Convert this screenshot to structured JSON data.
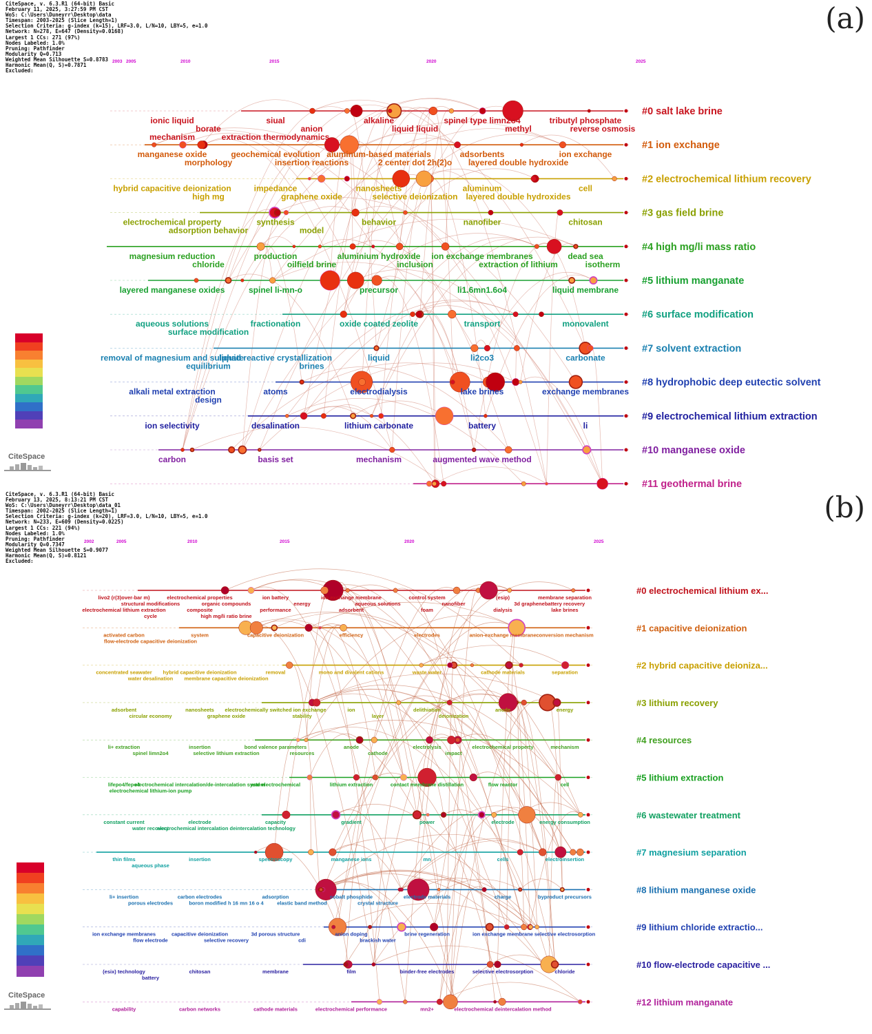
{
  "panel_a": {
    "letter": "(a)",
    "meta": [
      "CiteSpace, v. 6.3.R1 (64-bit) Basic",
      "February 11, 2025, 3:27:59 PM CST",
      "WoS: C:\\Users\\Duneyrr\\Desktop\\data",
      "Timespan: 2003-2025 (Slice Length=1)",
      "Selection Criteria: g-index (k=15), LRF=3.0, L/N=10, LBY=5, e=1.0",
      "Network: N=278, E=647 (Density=0.0168)",
      "Largest 1 CCs: 271 (97%)",
      "Nodes Labeled: 1.0%",
      "Pruning: Pathfinder",
      "Modularity Q=0.713",
      "Weighted Mean Silhouette S=0.8783",
      "Harmonic Mean(Q, S)=0.7871",
      "Excluded:"
    ],
    "years": [
      "2003",
      "2005",
      "2010",
      "2015",
      "2020",
      "2025"
    ],
    "logo": "CiteSpace",
    "clusters": [
      {
        "label": "#0 salt lake brine",
        "color": "#c8141e"
      },
      {
        "label": "#1 ion exchange",
        "color": "#d25a0a"
      },
      {
        "label": "#2 electrochemical lithium recovery",
        "color": "#c8a000"
      },
      {
        "label": "#3 gas field brine",
        "color": "#8aa000"
      },
      {
        "label": "#4 high mg/li mass ratio",
        "color": "#2aa020"
      },
      {
        "label": "#5 lithium manganate",
        "color": "#18a030"
      },
      {
        "label": "#6 surface modification",
        "color": "#10a080"
      },
      {
        "label": "#7 solvent extraction",
        "color": "#1a80b0"
      },
      {
        "label": "#8 hydrophobic deep eutectic solvent",
        "color": "#2040b0"
      },
      {
        "label": "#9 electrochemical lithium extraction",
        "color": "#2020a0"
      },
      {
        "label": "#10 manganese oxide",
        "color": "#8020a0"
      },
      {
        "label": "#11 geothermal brine",
        "color": "#c0208a"
      }
    ],
    "keywords": [
      {
        "t": "ionic liquid",
        "c": 0
      },
      {
        "t": "siual",
        "c": 0
      },
      {
        "t": "alkaline",
        "c": 0
      },
      {
        "t": "spinel type limn2o4",
        "c": 0
      },
      {
        "t": "tributyl phosphate",
        "c": 0
      },
      {
        "t": "borate",
        "c": 0
      },
      {
        "t": "anion",
        "c": 0
      },
      {
        "t": "liquid liquid",
        "c": 0
      },
      {
        "t": "methyl",
        "c": 0
      },
      {
        "t": "reverse osmosis",
        "c": 0
      },
      {
        "t": "mechanism",
        "c": 0
      },
      {
        "t": "extraction thermodynamics",
        "c": 0
      },
      {
        "t": "manganese oxide",
        "c": 1
      },
      {
        "t": "geochemical evolution",
        "c": 1
      },
      {
        "t": "aluminum-based materials",
        "c": 1
      },
      {
        "t": "adsorbents",
        "c": 1
      },
      {
        "t": "ion exchange",
        "c": 1
      },
      {
        "t": "morphology",
        "c": 1
      },
      {
        "t": "insertion reactions",
        "c": 1
      },
      {
        "t": "2 center dot 2h(2)o",
        "c": 1
      },
      {
        "t": "layered double hydroxide",
        "c": 1
      },
      {
        "t": "hybrid capacitive deionization",
        "c": 2
      },
      {
        "t": "impedance",
        "c": 2
      },
      {
        "t": "nanosheets",
        "c": 2
      },
      {
        "t": "aluminum",
        "c": 2
      },
      {
        "t": "cell",
        "c": 2
      },
      {
        "t": "high mg",
        "c": 2
      },
      {
        "t": "graphene oxide",
        "c": 2
      },
      {
        "t": "selective deionization",
        "c": 2
      },
      {
        "t": "layered double hydroxides",
        "c": 2
      },
      {
        "t": "electrochemical property",
        "c": 3
      },
      {
        "t": "synthesis",
        "c": 3
      },
      {
        "t": "behavior",
        "c": 3
      },
      {
        "t": "nanofiber",
        "c": 3
      },
      {
        "t": "chitosan",
        "c": 3
      },
      {
        "t": "adsorption behavior",
        "c": 3
      },
      {
        "t": "model",
        "c": 3
      },
      {
        "t": "magnesium reduction",
        "c": 4
      },
      {
        "t": "production",
        "c": 4
      },
      {
        "t": "aluminium hydroxide",
        "c": 4
      },
      {
        "t": "ion exchange membranes",
        "c": 4
      },
      {
        "t": "dead sea",
        "c": 4
      },
      {
        "t": "chloride",
        "c": 4
      },
      {
        "t": "oilfield brine",
        "c": 4
      },
      {
        "t": "inclusion",
        "c": 4
      },
      {
        "t": "extraction of lithium",
        "c": 4
      },
      {
        "t": "isotherm",
        "c": 4
      },
      {
        "t": "layered manganese oxides",
        "c": 5
      },
      {
        "t": "spinel li-mn-o",
        "c": 5
      },
      {
        "t": "precursor",
        "c": 5
      },
      {
        "t": "li1.6mn1.6o4",
        "c": 5
      },
      {
        "t": "liquid membrane",
        "c": 5
      },
      {
        "t": "aqueous solutions",
        "c": 6
      },
      {
        "t": "fractionation",
        "c": 6
      },
      {
        "t": "oxide coated zeolite",
        "c": 6
      },
      {
        "t": "transport",
        "c": 6
      },
      {
        "t": "monovalent",
        "c": 6
      },
      {
        "t": "surface modification",
        "c": 6
      },
      {
        "t": "removal of magnesium and sulphate",
        "c": 7
      },
      {
        "t": "liquid reactive crystallization",
        "c": 7
      },
      {
        "t": "liquid",
        "c": 7
      },
      {
        "t": "li2co3",
        "c": 7
      },
      {
        "t": "carbonate",
        "c": 7
      },
      {
        "t": "equilibrium",
        "c": 7
      },
      {
        "t": "brines",
        "c": 7
      },
      {
        "t": "alkali metal extraction",
        "c": 8
      },
      {
        "t": "atoms",
        "c": 8
      },
      {
        "t": "electrodialysis",
        "c": 8
      },
      {
        "t": "lake brines",
        "c": 8
      },
      {
        "t": "exchange membranes",
        "c": 8
      },
      {
        "t": "design",
        "c": 8
      },
      {
        "t": "ion selectivity",
        "c": 9
      },
      {
        "t": "desalination",
        "c": 9
      },
      {
        "t": "lithium carbonate",
        "c": 9
      },
      {
        "t": "battery",
        "c": 9
      },
      {
        "t": "li",
        "c": 9
      },
      {
        "t": "carbon",
        "c": 10
      },
      {
        "t": "basis set",
        "c": 10
      },
      {
        "t": "mechanism",
        "c": 10
      },
      {
        "t": "augmented wave method",
        "c": 10
      }
    ]
  },
  "panel_b": {
    "letter": "(b)",
    "meta": [
      "CiteSpace, v. 6.3.R1 (64-bit) Basic",
      "February 13, 2025, 8:13:21 PM CST",
      "WoS: C:\\Users\\Duneyrr\\Desktop\\data_01",
      "Timespan: 2002-2025 (Slice Length=1)",
      "Selection Criteria: g-index (k=20), LRF=3.0, L/N=10, LBY=5, e=1.0",
      "Network: N=233, E=609 (Density=0.0225)",
      "Largest 1 CCs: 221 (94%)",
      "Nodes Labeled: 1.0%",
      "Pruning: Pathfinder",
      "Modularity Q=0.7347",
      "Weighted Mean Silhouette S=0.9077",
      "Harmonic Mean(Q, S)=0.8121",
      "Excluded:"
    ],
    "years": [
      "2002",
      "2005",
      "2010",
      "2015",
      "2020",
      "2025"
    ],
    "logo": "CiteSpace",
    "clusters": [
      {
        "label": "#0 electrochemical lithium ex...",
        "color": "#c0101a"
      },
      {
        "label": "#1 capacitive deionization",
        "color": "#d06010"
      },
      {
        "label": "#2 hybrid capacitive deioniza...",
        "color": "#c8a000"
      },
      {
        "label": "#3 lithium recovery",
        "color": "#8aa000"
      },
      {
        "label": "#4 resources",
        "color": "#40a020"
      },
      {
        "label": "#5 lithium extraction",
        "color": "#18a020"
      },
      {
        "label": "#6 wastewater treatment",
        "color": "#10a060"
      },
      {
        "label": "#7 magnesium separation",
        "color": "#10a0a0"
      },
      {
        "label": "#8 lithium manganese oxide",
        "color": "#1a70b0"
      },
      {
        "label": "#9 lithium chloride extractio...",
        "color": "#2040b0"
      },
      {
        "label": "#10 flow-electrode capacitive ...",
        "color": "#2a20a0"
      },
      {
        "label": "#12 lithium manganate",
        "color": "#b0209a"
      }
    ],
    "keywords": [
      {
        "t": "livo2 (r(3)over-bar m)",
        "c": 0
      },
      {
        "t": "electrochemical properties",
        "c": 0
      },
      {
        "t": "ion battery",
        "c": 0
      },
      {
        "t": "ion exchange membrane",
        "c": 0
      },
      {
        "t": "control system",
        "c": 0
      },
      {
        "t": "(esip)",
        "c": 0
      },
      {
        "t": "membrane separation",
        "c": 0
      },
      {
        "t": "structural modifications",
        "c": 0
      },
      {
        "t": "organic compounds",
        "c": 0
      },
      {
        "t": "energy",
        "c": 0
      },
      {
        "t": "aqueous solutions",
        "c": 0
      },
      {
        "t": "nanofiber",
        "c": 0
      },
      {
        "t": "3d graphene",
        "c": 0
      },
      {
        "t": "battery recovery",
        "c": 0
      },
      {
        "t": "electrochemical lithium extraction",
        "c": 0
      },
      {
        "t": "composite",
        "c": 0
      },
      {
        "t": "performance",
        "c": 0
      },
      {
        "t": "adsorbent",
        "c": 0
      },
      {
        "t": "foam",
        "c": 0
      },
      {
        "t": "dialysis",
        "c": 0
      },
      {
        "t": "lake brines",
        "c": 0
      },
      {
        "t": "cycle",
        "c": 0
      },
      {
        "t": "high mg/li ratio brine",
        "c": 0
      },
      {
        "t": "activated carbon",
        "c": 1
      },
      {
        "t": "system",
        "c": 1
      },
      {
        "t": "capacitive deionization",
        "c": 1
      },
      {
        "t": "efficiency",
        "c": 1
      },
      {
        "t": "electrodes",
        "c": 1
      },
      {
        "t": "anion-exchange membrane",
        "c": 1
      },
      {
        "t": "conversion mechanism",
        "c": 1
      },
      {
        "t": "flow-electrode capacitive deionization",
        "c": 1
      },
      {
        "t": "concentrated seawater",
        "c": 2
      },
      {
        "t": "hybrid capacitive deionization",
        "c": 2
      },
      {
        "t": "removal",
        "c": 2
      },
      {
        "t": "mono and divalent cations",
        "c": 2
      },
      {
        "t": "waste water",
        "c": 2
      },
      {
        "t": "cathode materials",
        "c": 2
      },
      {
        "t": "separation",
        "c": 2
      },
      {
        "t": "water desalination",
        "c": 2
      },
      {
        "t": "membrane capacitive deionization",
        "c": 2
      },
      {
        "t": "adsorbent",
        "c": 3
      },
      {
        "t": "nanosheets",
        "c": 3
      },
      {
        "t": "electrochemically switched ion exchange",
        "c": 3
      },
      {
        "t": "ion",
        "c": 3
      },
      {
        "t": "delithiation",
        "c": 3
      },
      {
        "t": "anode",
        "c": 3
      },
      {
        "t": "energy",
        "c": 3
      },
      {
        "t": "circular economy",
        "c": 3
      },
      {
        "t": "graphene oxide",
        "c": 3
      },
      {
        "t": "stability",
        "c": 3
      },
      {
        "t": "layer",
        "c": 3
      },
      {
        "t": "deionization",
        "c": 3
      },
      {
        "t": "li+ extraction",
        "c": 4
      },
      {
        "t": "insertion",
        "c": 4
      },
      {
        "t": "bond valence parameters",
        "c": 4
      },
      {
        "t": "anode",
        "c": 4
      },
      {
        "t": "electrolysis",
        "c": 4
      },
      {
        "t": "electrochemical property",
        "c": 4
      },
      {
        "t": "mechanism",
        "c": 4
      },
      {
        "t": "spinel limn2o4",
        "c": 4
      },
      {
        "t": "selective lithium extraction",
        "c": 4
      },
      {
        "t": "resources",
        "c": 4
      },
      {
        "t": "cathode",
        "c": 4
      },
      {
        "t": "impact",
        "c": 4
      },
      {
        "t": "lifepo4/fepo4",
        "c": 5
      },
      {
        "t": "electrochemical intercalation/de-intercalation system",
        "c": 5
      },
      {
        "t": "and electrochemical",
        "c": 5
      },
      {
        "t": "lithium extraction",
        "c": 5
      },
      {
        "t": "contact membrane distillation",
        "c": 5
      },
      {
        "t": "flow reactor",
        "c": 5
      },
      {
        "t": "cell",
        "c": 5
      },
      {
        "t": "electrochemical lithium-ion pump",
        "c": 5
      },
      {
        "t": "constant current",
        "c": 6
      },
      {
        "t": "electrode",
        "c": 6
      },
      {
        "t": "capacity",
        "c": 6
      },
      {
        "t": "gradient",
        "c": 6
      },
      {
        "t": "power",
        "c": 6
      },
      {
        "t": "electrode",
        "c": 6
      },
      {
        "t": "energy consumption",
        "c": 6
      },
      {
        "t": "water recovery",
        "c": 6
      },
      {
        "t": "electrochemical intercalation deintercalation technology",
        "c": 6
      },
      {
        "t": "thin films",
        "c": 7
      },
      {
        "t": "insertion",
        "c": 7
      },
      {
        "t": "spectroscopy",
        "c": 7
      },
      {
        "t": "manganese ions",
        "c": 7
      },
      {
        "t": "mn",
        "c": 7
      },
      {
        "t": "cells",
        "c": 7
      },
      {
        "t": "electroinsertion",
        "c": 7
      },
      {
        "t": "aqueous phase",
        "c": 7
      },
      {
        "t": "li+ insertion",
        "c": 8
      },
      {
        "t": "carbon electrodes",
        "c": 8
      },
      {
        "t": "adsorption",
        "c": 8
      },
      {
        "t": "cobalt phosphide",
        "c": 8
      },
      {
        "t": "electrode materials",
        "c": 8
      },
      {
        "t": "charge",
        "c": 8
      },
      {
        "t": "byproduct precursors",
        "c": 8
      },
      {
        "t": "porous electrodes",
        "c": 8
      },
      {
        "t": "boron modified h 16 mn 16 o 4",
        "c": 8
      },
      {
        "t": "elastic band method",
        "c": 8
      },
      {
        "t": "crystal structure",
        "c": 8
      },
      {
        "t": "ion exchange membranes",
        "c": 9
      },
      {
        "t": "capacitive deionization",
        "c": 9
      },
      {
        "t": "3d porous structure",
        "c": 9
      },
      {
        "t": "anion doping",
        "c": 9
      },
      {
        "t": "brine regeneration",
        "c": 9
      },
      {
        "t": "ion exchange membrane",
        "c": 9
      },
      {
        "t": "selective electrosorption",
        "c": 9
      },
      {
        "t": "flow electrode",
        "c": 9
      },
      {
        "t": "selective recovery",
        "c": 9
      },
      {
        "t": "cdi",
        "c": 9
      },
      {
        "t": "brackish water",
        "c": 9
      },
      {
        "t": "(esix) technology",
        "c": 10
      },
      {
        "t": "chitosan",
        "c": 10
      },
      {
        "t": "membrane",
        "c": 10
      },
      {
        "t": "film",
        "c": 10
      },
      {
        "t": "binder-free electrodes",
        "c": 10
      },
      {
        "t": "selective electrosorption",
        "c": 10
      },
      {
        "t": "chloride",
        "c": 10
      },
      {
        "t": "battery",
        "c": 10
      },
      {
        "t": "capability",
        "c": 11
      },
      {
        "t": "carbon networks",
        "c": 11
      },
      {
        "t": "cathode materials",
        "c": 11
      },
      {
        "t": "electrochemical performance",
        "c": 11
      },
      {
        "t": "mn2+",
        "c": 11
      },
      {
        "t": "electrochemical deintercalation method",
        "c": 11
      }
    ]
  }
}
